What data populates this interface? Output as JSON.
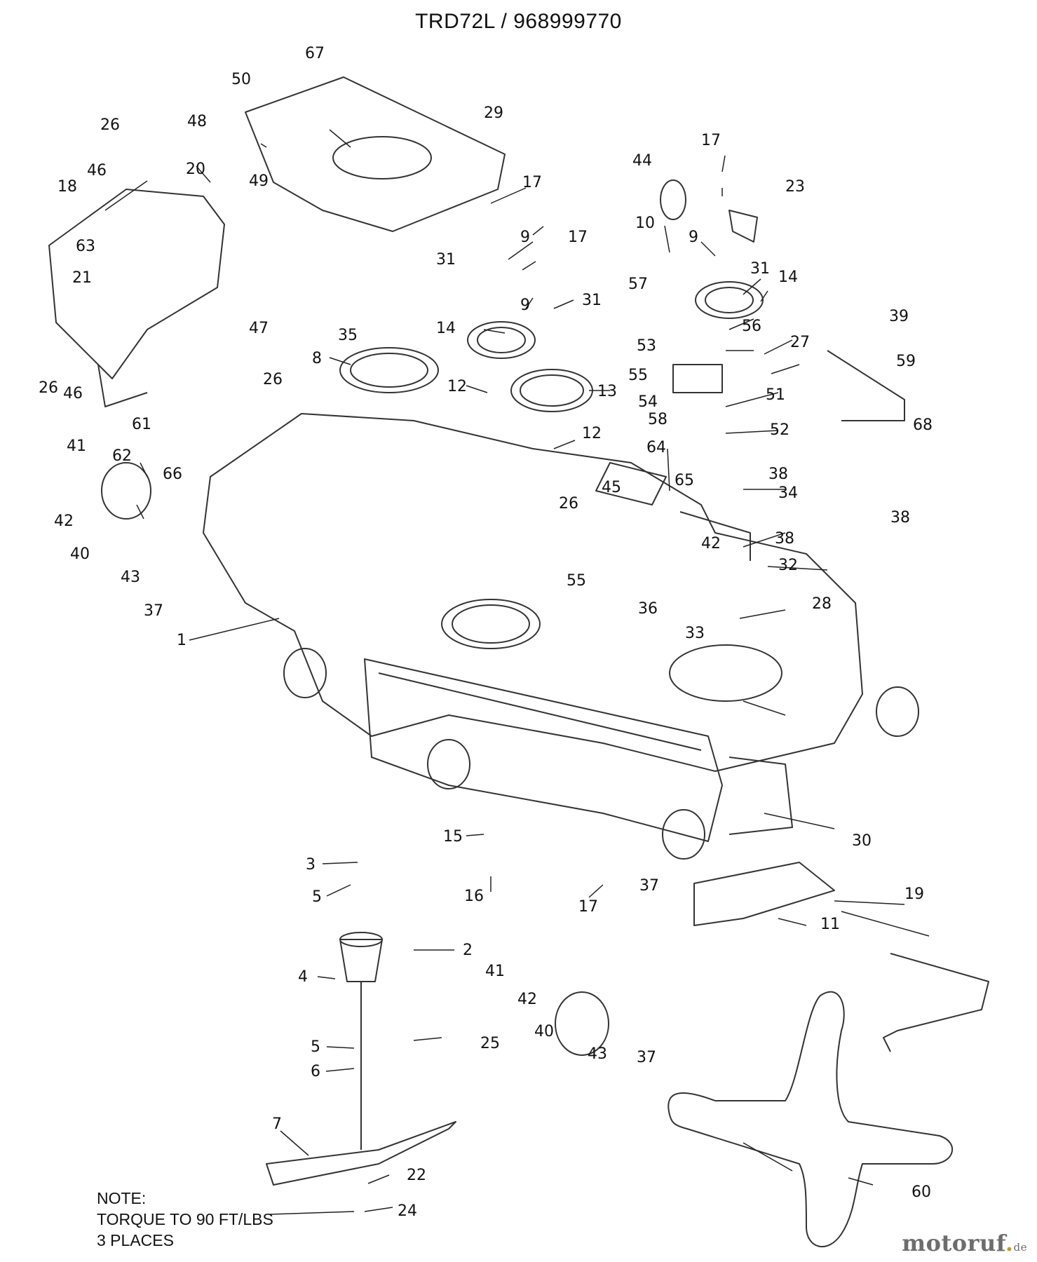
{
  "header": {
    "title": "TRD72L / 968999770"
  },
  "callouts": [
    "1",
    "2",
    "3",
    "4",
    "5",
    "6",
    "7",
    "8",
    "9",
    "10",
    "11",
    "12",
    "13",
    "14",
    "15",
    "16",
    "17",
    "18",
    "19",
    "20",
    "21",
    "22",
    "23",
    "24",
    "25",
    "26",
    "27",
    "28",
    "29",
    "30",
    "31",
    "32",
    "33",
    "34",
    "35",
    "36",
    "37",
    "38",
    "39",
    "40",
    "41",
    "42",
    "43",
    "44",
    "45",
    "46",
    "47",
    "48",
    "49",
    "50",
    "51",
    "52",
    "53",
    "54",
    "55",
    "56",
    "57",
    "58",
    "59",
    "60",
    "61",
    "62",
    "63",
    "64",
    "65",
    "66",
    "67",
    "68"
  ],
  "note": {
    "heading": "NOTE:",
    "line1": "TORQUE TO 90 FT/LBS",
    "line2": "3 PLACES"
  },
  "watermark": {
    "brand": "motoruf",
    "tld": "de"
  },
  "colors": {
    "ink": "#111111",
    "line": "#333333",
    "watermark": "#6d6d6d"
  }
}
